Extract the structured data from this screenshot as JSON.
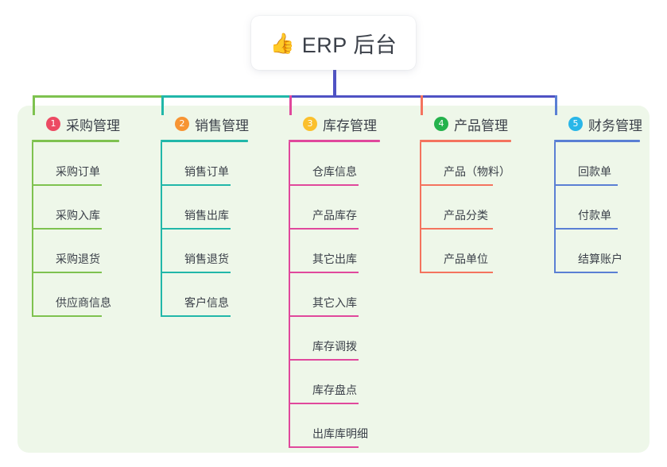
{
  "diagram": {
    "type": "mind-map",
    "root": {
      "icon": "thumbs-up-icon",
      "emoji": "👍",
      "title": "ERP 后台"
    },
    "panel_color": "#eef7e9",
    "root_stem_color": "#4f52c4",
    "branches": [
      {
        "number": "1",
        "title": "采购管理",
        "badge_color": "#ec4a63",
        "line_color": "#7ec24f",
        "items": [
          "采购订单",
          "采购入库",
          "采购退货",
          "供应商信息"
        ]
      },
      {
        "number": "2",
        "title": "销售管理",
        "badge_color": "#f79433",
        "line_color": "#21b7a9",
        "items": [
          "销售订单",
          "销售出库",
          "销售退货",
          "客户信息"
        ]
      },
      {
        "number": "3",
        "title": "库存管理",
        "badge_color": "#fbc02d",
        "line_color": "#e0489c",
        "items": [
          "仓库信息",
          "产品库存",
          "其它出库",
          "其它入库",
          "库存调拨",
          "库存盘点",
          "出库库明细"
        ]
      },
      {
        "number": "4",
        "title": "产品管理",
        "badge_color": "#24b24c",
        "line_color": "#f4735e",
        "items": [
          "产品（物料）",
          "产品分类",
          "产品单位"
        ]
      },
      {
        "number": "5",
        "title": "财务管理",
        "badge_color": "#29b6e8",
        "line_color": "#5a7fd4",
        "items": [
          "回款单",
          "付款单",
          "结算账户"
        ]
      }
    ]
  }
}
